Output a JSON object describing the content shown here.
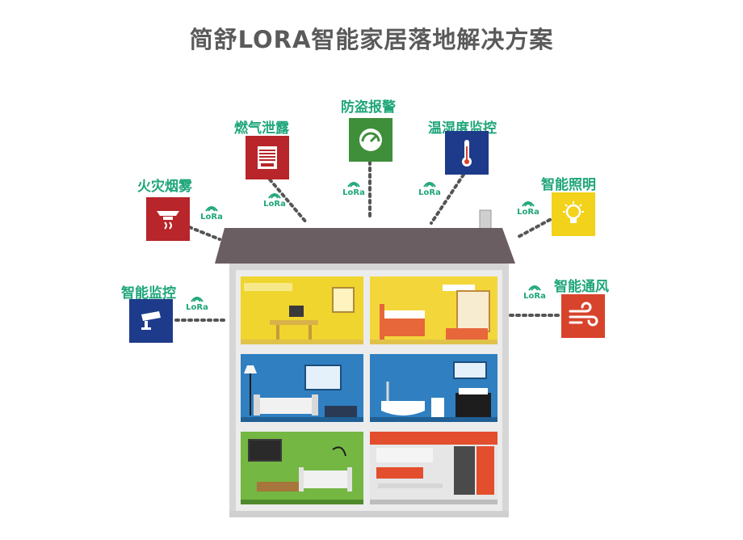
{
  "title": "简舒LORA智能家居落地解决方案",
  "lora_label": "LoRa",
  "features": {
    "fire_smoke": "火灾烟雾",
    "gas_leak": "燃气泄露",
    "anti_theft": "防盗报警",
    "temp_humidity": "温湿度监控",
    "smart_lighting": "智能照明",
    "smart_monitor": "智能监控",
    "smart_ventilation": "智能通风"
  },
  "colors": {
    "accent": "#1fa67a",
    "fire_bg": "#b8252a",
    "gas_bg": "#b8252a",
    "theft_bg": "#3f8f3a",
    "temp_bg": "#1d3b8a",
    "light_bg": "#f2d21a",
    "monitor_bg": "#1d3b8a",
    "vent_bg": "#d8432b",
    "roof": "#6a5e63",
    "house_wall": "#d9d9d9"
  }
}
